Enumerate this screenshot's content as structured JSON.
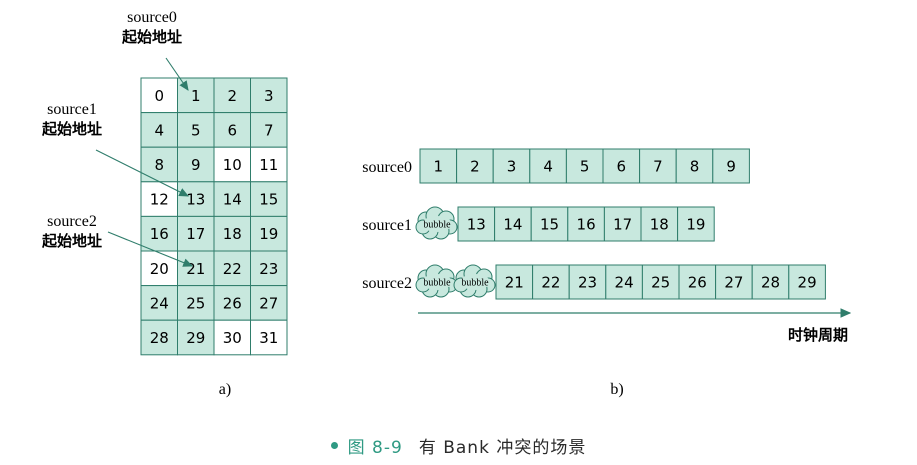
{
  "colors": {
    "fill": "#c8e8de",
    "stroke": "#2f7d6b",
    "white": "#ffffff",
    "accent": "#2f9a83"
  },
  "panel_a": {
    "grid_rows": [
      [
        0,
        1,
        2,
        3
      ],
      [
        4,
        5,
        6,
        7
      ],
      [
        8,
        9,
        10,
        11
      ],
      [
        12,
        13,
        14,
        15
      ],
      [
        16,
        17,
        18,
        19
      ],
      [
        20,
        21,
        22,
        23
      ],
      [
        24,
        25,
        26,
        27
      ],
      [
        28,
        29,
        30,
        31
      ]
    ],
    "white_cells": [
      0,
      10,
      11,
      12,
      20,
      30,
      31
    ],
    "annotations": [
      {
        "name": "source0",
        "label": "起始地址",
        "points_to": 1
      },
      {
        "name": "source1",
        "label": "起始地址",
        "points_to": 13
      },
      {
        "name": "source2",
        "label": "起始地址",
        "points_to": 21
      }
    ],
    "sublabel": "a)"
  },
  "panel_b": {
    "rows": [
      {
        "name": "source0",
        "bubbles": [],
        "values": [
          1,
          2,
          3,
          4,
          5,
          6,
          7,
          8,
          9
        ]
      },
      {
        "name": "source1",
        "bubbles": [
          "bubble"
        ],
        "values": [
          13,
          14,
          15,
          16,
          17,
          18,
          19
        ]
      },
      {
        "name": "source2",
        "bubbles": [
          "bubble",
          "bubble"
        ],
        "values": [
          21,
          22,
          23,
          24,
          25,
          26,
          27,
          28,
          29
        ]
      }
    ],
    "axis_label": "时钟周期",
    "sublabel": "b)"
  },
  "caption": {
    "figure": "图 8-9",
    "title": "有 Bank 冲突的场景"
  }
}
